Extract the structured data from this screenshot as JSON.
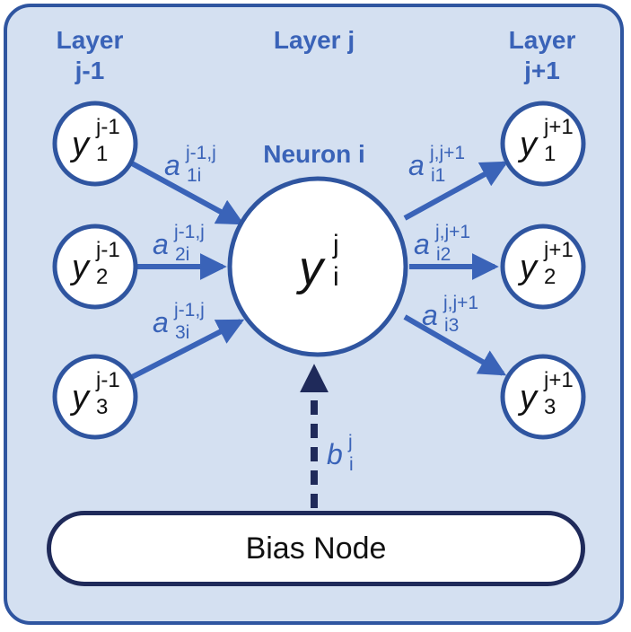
{
  "headers": {
    "left": [
      "Layer",
      "j-1"
    ],
    "center": "Layer j",
    "right": [
      "Layer",
      "j+1"
    ],
    "neuron": "Neuron i"
  },
  "nodes": {
    "input": [
      {
        "base": "y",
        "sup": "j-1",
        "sub": "1"
      },
      {
        "base": "y",
        "sup": "j-1",
        "sub": "2"
      },
      {
        "base": "y",
        "sup": "j-1",
        "sub": "3"
      }
    ],
    "center": {
      "base": "y",
      "sup": "j",
      "sub": "i"
    },
    "output": [
      {
        "base": "y",
        "sup": "j+1",
        "sub": "1"
      },
      {
        "base": "y",
        "sup": "j+1",
        "sub": "2"
      },
      {
        "base": "y",
        "sup": "j+1",
        "sub": "3"
      }
    ]
  },
  "weights": {
    "in": [
      {
        "base": "a",
        "sup": "j-1,j",
        "sub": "1i"
      },
      {
        "base": "a",
        "sup": "j-1,j",
        "sub": "2i"
      },
      {
        "base": "a",
        "sup": "j-1,j",
        "sub": "3i"
      }
    ],
    "out": [
      {
        "base": "a",
        "sup": "j,j+1",
        "sub": "i1"
      },
      {
        "base": "a",
        "sup": "j,j+1",
        "sub": "i2"
      },
      {
        "base": "a",
        "sup": "j,j+1",
        "sub": "i3"
      }
    ]
  },
  "bias": {
    "base": "b",
    "sup": "j",
    "sub": "i",
    "node_label": "Bias Node"
  },
  "colors": {
    "accent": "#3a63b8",
    "panel": "#d4e0f1",
    "border": "#2f55a0",
    "bias_border": "#1f2a5a"
  }
}
